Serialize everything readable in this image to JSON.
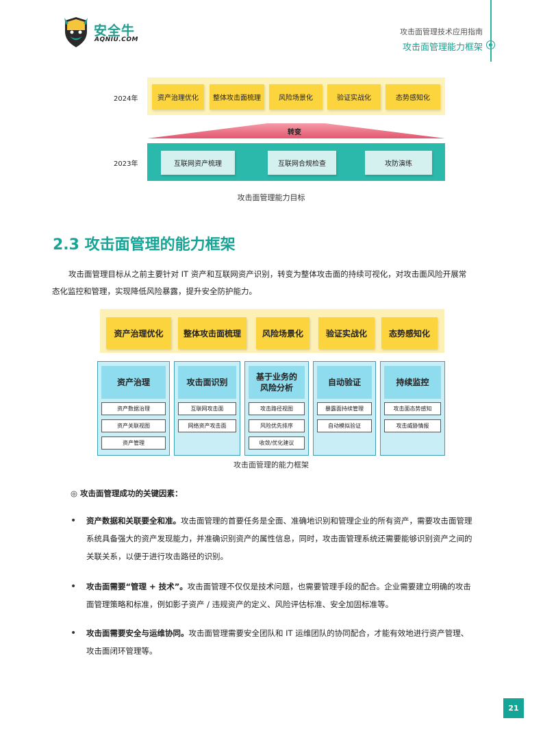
{
  "header": {
    "logo_text": "安全牛",
    "logo_sub": "AQNIU.COM",
    "guide_title": "攻击面管理技术应用指南",
    "section_title": "攻击面管理能力框架"
  },
  "figure1": {
    "year_top": "2024年",
    "year_bottom": "2023年",
    "top_items": [
      "资产治理优化",
      "整体攻击面梳理",
      "风险场景化",
      "验证实战化",
      "态势感知化"
    ],
    "transition": "转变",
    "bottom_items": [
      "互联网资产梳理",
      "互联网合规检查",
      "攻防演练"
    ],
    "caption": "攻击面管理能力目标"
  },
  "section": {
    "title": "2.3 攻击面管理的能力框架",
    "paragraph_line1": "攻击面管理目标从之前主要针对 IT 资产和互联网资产识别，转变为整体攻击面的持续可视化，对攻击面风险开展常",
    "paragraph_line2": "态化监控和管理，实现降低风险暴露，提升安全防护能力。"
  },
  "figure2": {
    "top_items": [
      "资产治理优化",
      "整体攻击面梳理",
      "风险场景化",
      "验证实战化",
      "态势感知化"
    ],
    "columns": [
      {
        "title": "资产治理",
        "items": [
          "资产数据治理",
          "资产关联视图",
          "资产管理"
        ]
      },
      {
        "title": "攻击面识别",
        "items": [
          "互联网攻击面",
          "网络资产攻击面"
        ]
      },
      {
        "title": "基于业务的风险分析",
        "items": [
          "攻击路径视图",
          "风险优先排序",
          "收敛/优化建议"
        ]
      },
      {
        "title": "自动验证",
        "items": [
          "暴露面持续管理",
          "自动模拟验证"
        ]
      },
      {
        "title": "持续监控",
        "items": [
          "攻击面态势感知",
          "攻击威胁情报"
        ]
      }
    ],
    "caption": "攻击面管理的能力框架"
  },
  "factors": {
    "heading": "◎ 攻击面管理成功的关键因素：",
    "items": [
      {
        "bold": "资产数据和关联要全和准。",
        "lines": [
          "攻击面管理的首要任务是全面、准确地识别和管理企业的所有资产，需要攻击面管理",
          "系统具备强大的资产发现能力，并准确识别资产的属性信息，同时，攻击面管理系统还需要能够识别资产之间的",
          "关联关系，以便于进行攻击路径的识别。"
        ]
      },
      {
        "bold": "攻击面需要“管理 + 技术”。",
        "lines": [
          "攻击面管理不仅仅是技术问题，也需要管理手段的配合。企业需要建立明确的攻击",
          "面管理策略和标准，例如影子资产 / 违规资产的定义、风险评估标准、安全加固标准等。"
        ]
      },
      {
        "bold": "攻击面需要安全与运维协同。",
        "lines": [
          "攻击面管理需要安全团队和 IT 运维团队的协同配合，才能有效地进行资产管理、",
          "攻击面闭环管理等。"
        ]
      }
    ]
  },
  "page_number": "21",
  "colors": {
    "teal": "#14a597",
    "yellow": "#fcd43e",
    "light_blue": "#c9eef5",
    "pink": "#e2576f"
  }
}
